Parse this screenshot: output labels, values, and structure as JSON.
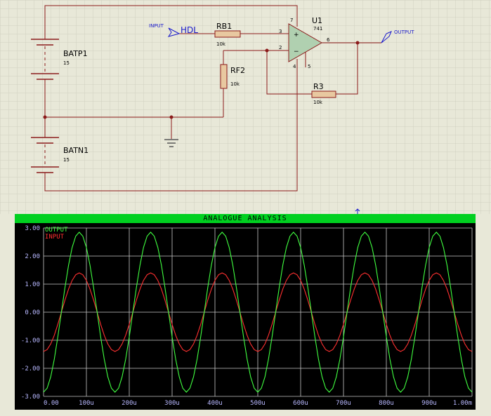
{
  "schematic": {
    "components": {
      "batp": {
        "name": "BATP1",
        "value": "15"
      },
      "batn": {
        "name": "BATN1",
        "value": "15"
      },
      "rb1": {
        "name": "RB1",
        "value": "10k"
      },
      "rf2": {
        "name": "RF2",
        "value": "10k"
      },
      "r3": {
        "name": "R3",
        "value": "10k"
      },
      "u1": {
        "name": "U1",
        "part": "741",
        "pin_plus": "+",
        "pin_minus": "−",
        "pin3": "3",
        "pin2": "2",
        "pin6": "6",
        "pin7": "7",
        "pin4": "4",
        "pin5": "5"
      }
    },
    "input_terminal": {
      "label": "INPUT",
      "generator": "HDL"
    },
    "output_terminal": {
      "label": "OUTPUT"
    }
  },
  "colors": {
    "background": "#e8e8d8",
    "grid": "#d0d0c0",
    "wire": "#8b1a1a",
    "component_fill": "#e8c8a0",
    "opamp_fill": "#b0d0b0",
    "text": "#000000",
    "terminal_text": "#1a1acc",
    "graph_bg": "#000000",
    "graph_title_bg": "#00d020",
    "graph_grid": "#c8c8c8",
    "output_trace": "#40ff40",
    "input_trace": "#ff3030",
    "axis_text": "#b8b8ff"
  },
  "graph": {
    "title": "ANALOGUE ANALYSIS",
    "chart_data": {
      "type": "line",
      "title": "ANALOGUE ANALYSIS",
      "x_ticks": [
        "0.00",
        "100u",
        "200u",
        "300u",
        "400u",
        "500u",
        "600u",
        "700u",
        "800u",
        "900u",
        "1.00m"
      ],
      "y_ticks": [
        "3.00",
        "2.00",
        "1.00",
        "0.00",
        "-1.00",
        "-2.00",
        "-3.00"
      ],
      "xlim": [
        0,
        0.001
      ],
      "ylim": [
        -3,
        3
      ],
      "grid": true,
      "legend_position": "top-left",
      "series": [
        {
          "name": "OUTPUT",
          "color": "#40ff40",
          "amplitude": 2.85,
          "frequency_hz": 6000,
          "phase_deg": -90
        },
        {
          "name": "INPUT",
          "color": "#ff3030",
          "amplitude": 1.4,
          "frequency_hz": 6000,
          "phase_deg": -90
        }
      ]
    }
  }
}
